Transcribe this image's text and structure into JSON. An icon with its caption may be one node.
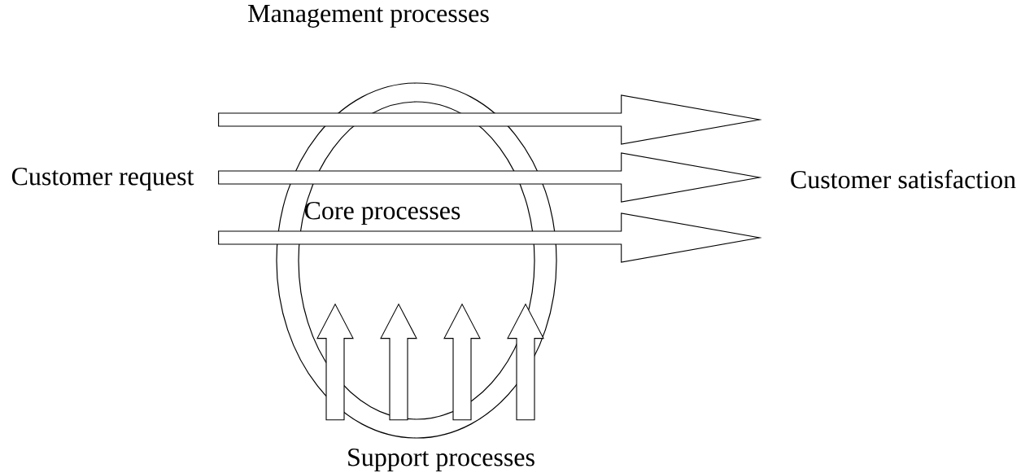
{
  "diagram": {
    "nodes": [
      {
        "text": [
          "Management processes"
        ]
      },
      {
        "text": [
          "Core processes"
        ],
        "in": 0
      },
      {
        "text": [
          "Customer request"
        ]
      },
      {
        "text": [
          "Customer satisfaction"
        ]
      },
      {
        "text": [
          "Support processes"
        ]
      }
    ],
    "edges": [
      {
        "from": 2,
        "to": 3,
        "arrow": "to"
      },
      {
        "from": 2,
        "to": 3,
        "arrow": "to"
      },
      {
        "from": 2,
        "to": 3,
        "arrow": "to"
      },
      {
        "from": 4,
        "to": 1,
        "arrow": "to"
      },
      {
        "from": 4,
        "to": 1,
        "arrow": "to"
      },
      {
        "from": 4,
        "to": 1,
        "arrow": "to"
      },
      {
        "from": 4,
        "to": 1,
        "arrow": "to"
      }
    ]
  }
}
